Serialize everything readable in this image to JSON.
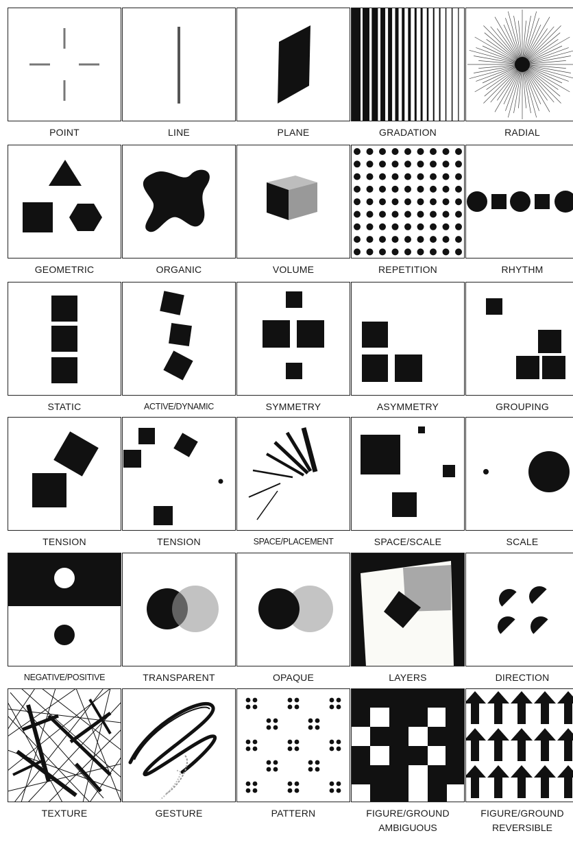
{
  "cells": [
    {
      "key": "point",
      "label": "POINT"
    },
    {
      "key": "line",
      "label": "LINE"
    },
    {
      "key": "plane",
      "label": "PLANE"
    },
    {
      "key": "gradation",
      "label": "GRADATION"
    },
    {
      "key": "radial",
      "label": "RADIAL"
    },
    {
      "key": "geometric",
      "label": "GEOMETRIC"
    },
    {
      "key": "organic",
      "label": "ORGANIC"
    },
    {
      "key": "volume",
      "label": "VOLUME"
    },
    {
      "key": "repetition",
      "label": "REPETITION"
    },
    {
      "key": "rhythm",
      "label": "RHYTHM"
    },
    {
      "key": "static",
      "label": "STATIC"
    },
    {
      "key": "active",
      "label": "ACTIVE/DYNAMIC"
    },
    {
      "key": "symmetry",
      "label": "SYMMETRY"
    },
    {
      "key": "asymmetry",
      "label": "ASYMMETRY"
    },
    {
      "key": "grouping",
      "label": "GROUPING"
    },
    {
      "key": "tension1",
      "label": "TENSION"
    },
    {
      "key": "tension2",
      "label": "TENSION"
    },
    {
      "key": "placement",
      "label": "SPACE/PLACEMENT"
    },
    {
      "key": "spacescale",
      "label": "SPACE/SCALE"
    },
    {
      "key": "scale",
      "label": "SCALE"
    },
    {
      "key": "negpos",
      "label": "NEGATIVE/POSITIVE"
    },
    {
      "key": "transparent",
      "label": "TRANSPARENT"
    },
    {
      "key": "opaque",
      "label": "OPAQUE"
    },
    {
      "key": "layers",
      "label": "LAYERS"
    },
    {
      "key": "direction",
      "label": "DIRECTION"
    },
    {
      "key": "texture",
      "label": "TEXTURE"
    },
    {
      "key": "gesture",
      "label": "GESTURE"
    },
    {
      "key": "pattern",
      "label": "PATTERN"
    },
    {
      "key": "fgamb",
      "label": "FIGURE/GROUND",
      "sublabel": "AMBIGUOUS"
    },
    {
      "key": "fgrev",
      "label": "FIGURE/GROUND",
      "sublabel": "REVERSIBLE"
    }
  ],
  "colors": {
    "ink": "#111111",
    "gray": "#a9a9a9",
    "lightgray": "#c4c4c4",
    "paper": "#ffffff",
    "label": "#1a1a1a"
  }
}
